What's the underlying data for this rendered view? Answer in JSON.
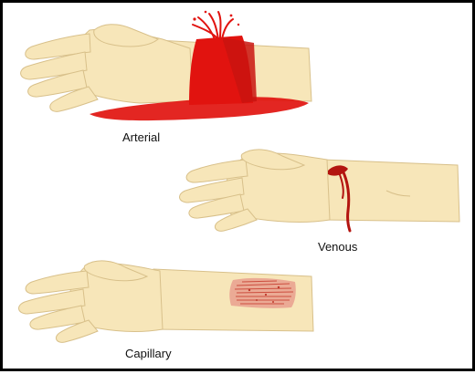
{
  "labels": {
    "arterial": "Arterial",
    "venous": "Venous",
    "capillary": "Capillary"
  },
  "colors": {
    "skin": "#f7e6b9",
    "skin_outline": "#d8c08a",
    "skin_shadow": "#ead29c",
    "blood_bright": "#e1130f",
    "blood_dark": "#b3140f",
    "abrasion": "#d9453b",
    "frame": "#000000"
  }
}
